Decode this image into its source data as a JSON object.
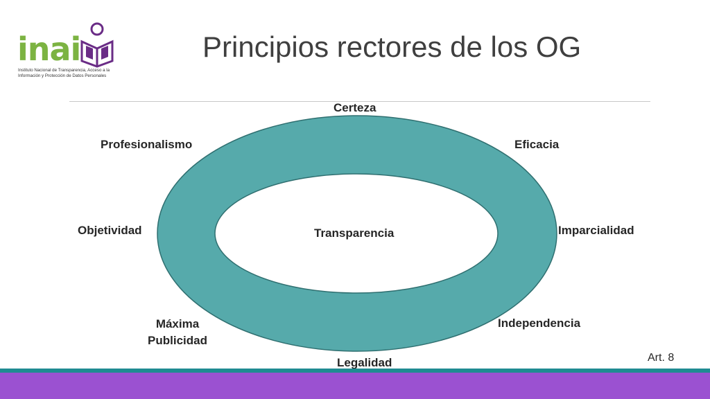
{
  "logo": {
    "word": "inai",
    "caption_line1": "Instituto Nacional de Transparencia, Acceso a la",
    "caption_line2": "Información y Protección de Datos Personales",
    "color_green": "#7cb342",
    "color_purple": "#6a2c86"
  },
  "title": "Principios rectores de los OG",
  "diagram": {
    "center": "Transparencia",
    "ring_color": "#56aaab",
    "labels": {
      "top": "Certeza",
      "top_left": "Profesionalismo",
      "top_right": "Eficacia",
      "left": "Objetividad",
      "right": "Imparcialidad",
      "bottom_left_1": "Máxima",
      "bottom_left_2": "Publicidad",
      "bottom_right": "Independencia",
      "bottom": "Legalidad"
    }
  },
  "footnote": "Art. 8",
  "colors": {
    "teal_bar": "#1f8b92",
    "purple_bar": "#9b51d1"
  }
}
